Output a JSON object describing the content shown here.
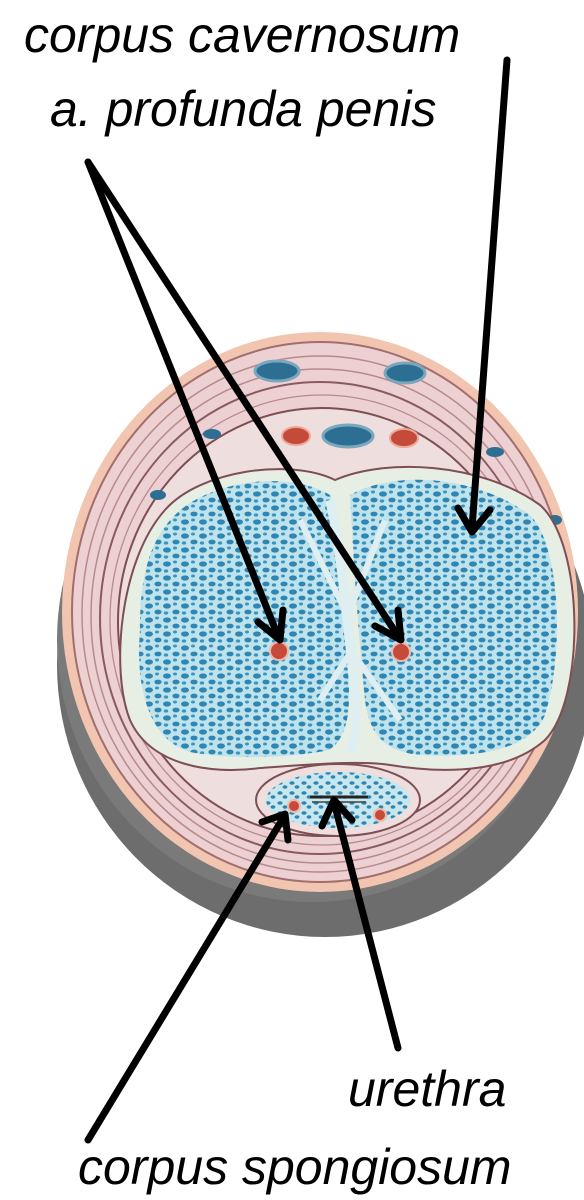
{
  "labels": {
    "corpus_cavernosum": "corpus cavernosum",
    "a_profunda_penis": "a. profunda penis",
    "urethra": "urethra",
    "corpus_spongiosum": "corpus spongiosum"
  },
  "colors": {
    "text": "#000000",
    "arrow": "#000000",
    "erectile_tissue": "#2f86b3",
    "trabeculae": "#bfe3ec",
    "tunica": "#f3dccd",
    "fascia_lines": "#a26e6e",
    "skin_shadow": "#6d6d6d",
    "artery": "#c44a3a"
  }
}
